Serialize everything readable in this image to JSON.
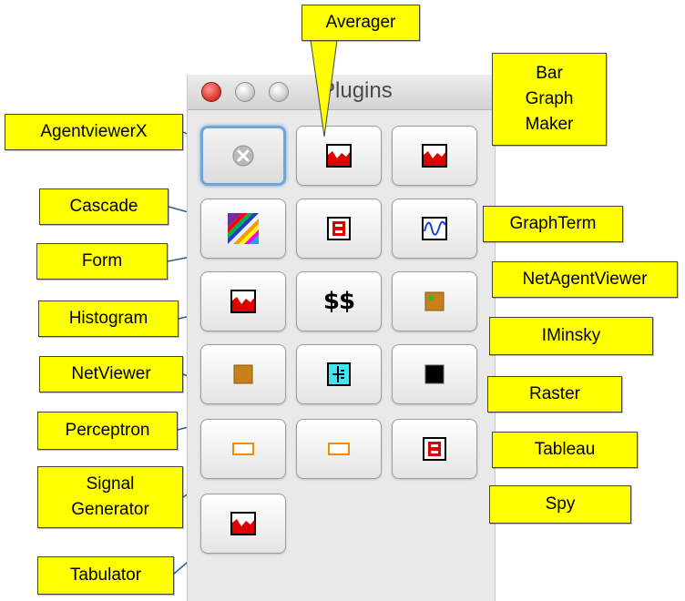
{
  "window": {
    "title": "Plugins"
  },
  "plugins": [
    {
      "key": "agentviewerx",
      "label": "AgentviewerX",
      "icon": "grey-x-icon"
    },
    {
      "key": "averager",
      "label": "Averager",
      "icon": "red-area-chart-icon"
    },
    {
      "key": "bargraphmaker",
      "label": "Bar\nGraph\nMaker",
      "icon": "red-area-chart-icon"
    },
    {
      "key": "cascade",
      "label": "Cascade",
      "icon": "cascade-stripes-icon"
    },
    {
      "key": "form",
      "label": "Form",
      "icon": "form-icon"
    },
    {
      "key": "graphterm",
      "label": "GraphTerm",
      "icon": "wave-icon"
    },
    {
      "key": "histogram",
      "label": "Histogram",
      "icon": "red-area-chart-icon"
    },
    {
      "key": "iminsky",
      "label": "IMinsky",
      "icon": "dollar-icon",
      "glyph": "$$"
    },
    {
      "key": "netagentviewer",
      "label": "NetAgentViewer",
      "icon": "orange-square-green-dot-icon"
    },
    {
      "key": "netviewer",
      "label": "NetViewer",
      "icon": "orange-square-icon"
    },
    {
      "key": "perceptron",
      "label": "Perceptron",
      "icon": "perceptron-icon"
    },
    {
      "key": "raster",
      "label": "Raster",
      "icon": "black-square-icon"
    },
    {
      "key": "signalgenerator",
      "label": "Signal\nGenerator",
      "icon": "orange-rect-outline-icon"
    },
    {
      "key": "spy",
      "label": "Spy",
      "icon": "orange-rect-outline-icon"
    },
    {
      "key": "tableau",
      "label": "Tableau",
      "icon": "form-icon"
    },
    {
      "key": "tabulator",
      "label": "Tabulator",
      "icon": "red-area-chart-icon"
    }
  ]
}
